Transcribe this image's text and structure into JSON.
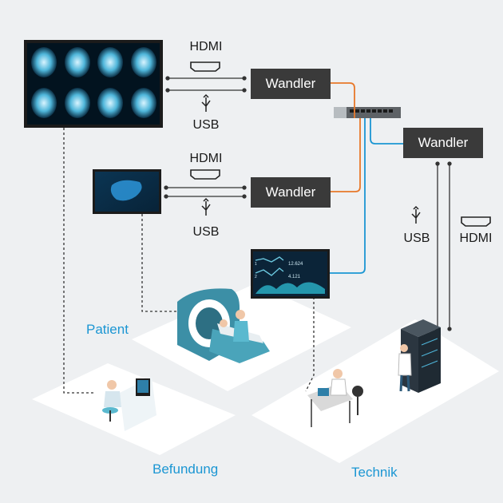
{
  "converters": [
    {
      "label": "Wandler"
    },
    {
      "label": "Wandler"
    },
    {
      "label": "Wandler"
    }
  ],
  "ports": {
    "hdmi": "HDMI",
    "usb": "USB"
  },
  "zones": {
    "patient": "Patient",
    "befundung": "Befundung",
    "technik": "Technik"
  },
  "monitor_readings": {
    "value_1": "12.624",
    "value_2": "4.121",
    "row_1": "1",
    "row_2": "2"
  },
  "colors": {
    "accent_blue": "#1b96d3",
    "fiber_orange": "#e8782a",
    "converter_bg": "#3a3a3a",
    "floor": "#ffffff"
  }
}
